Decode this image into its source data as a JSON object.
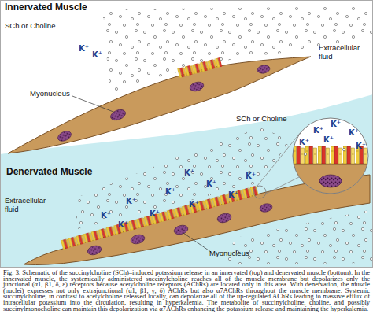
{
  "diagram": {
    "caption": "Fig. 3. Schematic of the succinylcholine (SCh)–induced potassium release in an innervated (top) and denervated muscle (bottom). In the innervated muscle, the systemically administered succinylcholine reaches all of the muscle membrane but depolarizes only the junctional (α1, β1, δ, ε) receptors because acetylcholine receptors (AChRs) are located only in this area. With denervation, the muscle (nuclei) expresses not only extrajunctional (α1, β1, γ, δ) AChRs but also α7AChRs throughout the muscle membrane. Systemic succinylcholine, in contrast to acetylcholine released locally, can depolarize all of the up-regulated AChRs leading to massive efflux of intracellular potassium into the circulation, resulting in hyperkalemia. The metabolite of succinylcholine, choline, and possibly succinylmonocholine can maintain this depolarization via α7AChRs enhancing the potassium release and maintaining the hyperkalemia.",
    "labels": [
      "Innervated Muscle",
      "SCh or Choline",
      "K⁺",
      "K⁺",
      "Extracellular fluid",
      "Myonucleus",
      "SCh or Choline",
      "Denervated Muscle",
      "K⁺",
      "K⁺",
      "K⁺",
      "K⁺",
      "K⁺",
      "K⁺",
      "K⁺",
      "K⁺",
      "K⁺",
      "K⁺",
      "K⁺",
      "K⁺",
      "K⁺",
      "K⁺",
      "K⁺",
      "K⁺",
      "Extracellular fluid",
      "Myonucleus"
    ]
  }
}
